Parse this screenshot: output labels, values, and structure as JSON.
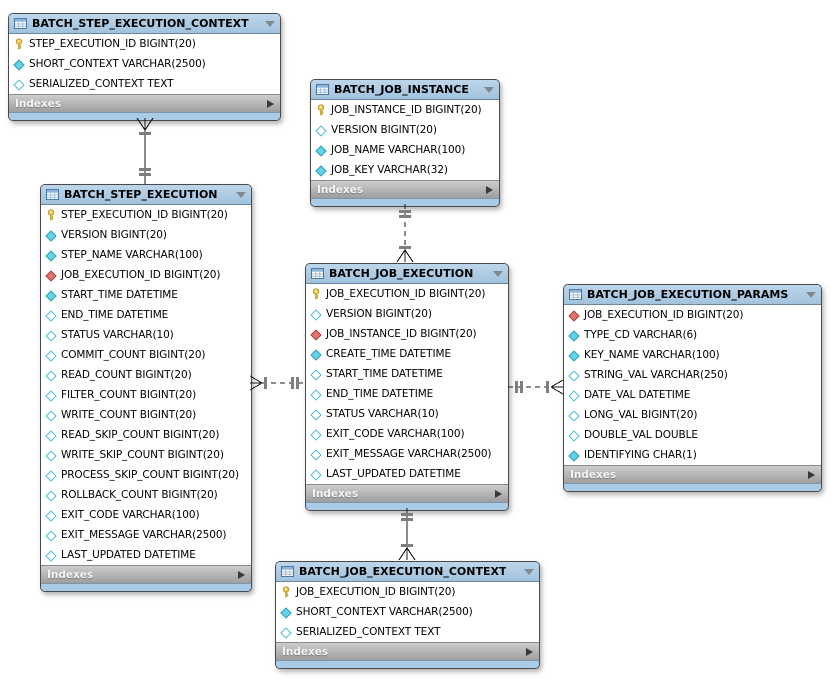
{
  "diagram": {
    "type": "eer-database-diagram",
    "footer_label": "Indexes",
    "tables": [
      {
        "id": "batch_step_execution_context",
        "title": "BATCH_STEP_EXECUTION_CONTEXT",
        "footer": "Indexes",
        "columns": [
          {
            "icon": "primary-key",
            "label": "STEP_EXECUTION_ID BIGINT(20)"
          },
          {
            "icon": "not-null",
            "label": "SHORT_CONTEXT VARCHAR(2500)"
          },
          {
            "icon": "nullable",
            "label": "SERIALIZED_CONTEXT TEXT"
          }
        ]
      },
      {
        "id": "batch_job_instance",
        "title": "BATCH_JOB_INSTANCE",
        "footer": "Indexes",
        "columns": [
          {
            "icon": "primary-key",
            "label": "JOB_INSTANCE_ID BIGINT(20)"
          },
          {
            "icon": "nullable",
            "label": "VERSION BIGINT(20)"
          },
          {
            "icon": "not-null",
            "label": "JOB_NAME VARCHAR(100)"
          },
          {
            "icon": "not-null",
            "label": "JOB_KEY VARCHAR(32)"
          }
        ]
      },
      {
        "id": "batch_step_execution",
        "title": "BATCH_STEP_EXECUTION",
        "footer": "Indexes",
        "columns": [
          {
            "icon": "primary-key",
            "label": "STEP_EXECUTION_ID BIGINT(20)"
          },
          {
            "icon": "not-null",
            "label": "VERSION BIGINT(20)"
          },
          {
            "icon": "not-null",
            "label": "STEP_NAME VARCHAR(100)"
          },
          {
            "icon": "foreign-key",
            "label": "JOB_EXECUTION_ID BIGINT(20)"
          },
          {
            "icon": "not-null",
            "label": "START_TIME DATETIME"
          },
          {
            "icon": "nullable",
            "label": "END_TIME DATETIME"
          },
          {
            "icon": "nullable",
            "label": "STATUS VARCHAR(10)"
          },
          {
            "icon": "nullable",
            "label": "COMMIT_COUNT BIGINT(20)"
          },
          {
            "icon": "nullable",
            "label": "READ_COUNT BIGINT(20)"
          },
          {
            "icon": "nullable",
            "label": "FILTER_COUNT BIGINT(20)"
          },
          {
            "icon": "nullable",
            "label": "WRITE_COUNT BIGINT(20)"
          },
          {
            "icon": "nullable",
            "label": "READ_SKIP_COUNT BIGINT(20)"
          },
          {
            "icon": "nullable",
            "label": "WRITE_SKIP_COUNT BIGINT(20)"
          },
          {
            "icon": "nullable",
            "label": "PROCESS_SKIP_COUNT BIGINT(20)"
          },
          {
            "icon": "nullable",
            "label": "ROLLBACK_COUNT BIGINT(20)"
          },
          {
            "icon": "nullable",
            "label": "EXIT_CODE VARCHAR(100)"
          },
          {
            "icon": "nullable",
            "label": "EXIT_MESSAGE VARCHAR(2500)"
          },
          {
            "icon": "nullable",
            "label": "LAST_UPDATED DATETIME"
          }
        ]
      },
      {
        "id": "batch_job_execution",
        "title": "BATCH_JOB_EXECUTION",
        "footer": "Indexes",
        "columns": [
          {
            "icon": "primary-key",
            "label": "JOB_EXECUTION_ID BIGINT(20)"
          },
          {
            "icon": "nullable",
            "label": "VERSION BIGINT(20)"
          },
          {
            "icon": "foreign-key",
            "label": "JOB_INSTANCE_ID BIGINT(20)"
          },
          {
            "icon": "not-null",
            "label": "CREATE_TIME DATETIME"
          },
          {
            "icon": "nullable",
            "label": "START_TIME DATETIME"
          },
          {
            "icon": "nullable",
            "label": "END_TIME DATETIME"
          },
          {
            "icon": "nullable",
            "label": "STATUS VARCHAR(10)"
          },
          {
            "icon": "nullable",
            "label": "EXIT_CODE VARCHAR(100)"
          },
          {
            "icon": "nullable",
            "label": "EXIT_MESSAGE VARCHAR(2500)"
          },
          {
            "icon": "nullable",
            "label": "LAST_UPDATED DATETIME"
          }
        ]
      },
      {
        "id": "batch_job_execution_params",
        "title": "BATCH_JOB_EXECUTION_PARAMS",
        "footer": "Indexes",
        "columns": [
          {
            "icon": "foreign-key",
            "label": "JOB_EXECUTION_ID BIGINT(20)"
          },
          {
            "icon": "not-null",
            "label": "TYPE_CD VARCHAR(6)"
          },
          {
            "icon": "not-null",
            "label": "KEY_NAME VARCHAR(100)"
          },
          {
            "icon": "nullable",
            "label": "STRING_VAL VARCHAR(250)"
          },
          {
            "icon": "nullable",
            "label": "DATE_VAL DATETIME"
          },
          {
            "icon": "nullable",
            "label": "LONG_VAL BIGINT(20)"
          },
          {
            "icon": "nullable",
            "label": "DOUBLE_VAL DOUBLE"
          },
          {
            "icon": "not-null",
            "label": "IDENTIFYING CHAR(1)"
          }
        ]
      },
      {
        "id": "batch_job_execution_context",
        "title": "BATCH_JOB_EXECUTION_CONTEXT",
        "footer": "Indexes",
        "columns": [
          {
            "icon": "primary-key",
            "label": "JOB_EXECUTION_ID BIGINT(20)"
          },
          {
            "icon": "not-null",
            "label": "SHORT_CONTEXT VARCHAR(2500)"
          },
          {
            "icon": "nullable",
            "label": "SERIALIZED_CONTEXT TEXT"
          }
        ]
      }
    ],
    "relationships": [
      {
        "from": "BATCH_STEP_EXECUTION",
        "to": "BATCH_STEP_EXECUTION_CONTEXT",
        "line": "solid",
        "end_at_from": "one-mandatory",
        "end_at_to": "many-mandatory"
      },
      {
        "from": "BATCH_JOB_INSTANCE",
        "to": "BATCH_JOB_EXECUTION",
        "line": "dashed",
        "end_at_from": "one-mandatory",
        "end_at_to": "many-mandatory"
      },
      {
        "from": "BATCH_JOB_EXECUTION",
        "to": "BATCH_STEP_EXECUTION",
        "line": "dashed",
        "end_at_from": "one-mandatory",
        "end_at_to": "many-mandatory"
      },
      {
        "from": "BATCH_JOB_EXECUTION",
        "to": "BATCH_JOB_EXECUTION_PARAMS",
        "line": "dashed",
        "end_at_from": "one-mandatory",
        "end_at_to": "many-mandatory"
      },
      {
        "from": "BATCH_JOB_EXECUTION",
        "to": "BATCH_JOB_EXECUTION_CONTEXT",
        "line": "solid",
        "end_at_from": "one-mandatory",
        "end_at_to": "many-mandatory"
      }
    ],
    "colors": {
      "table_header": "#aecbe3",
      "table_bottom_bar": "#a9cbe6",
      "indexes_bar": "#b5b5b5",
      "indexes_text": "#f5f5f5",
      "primary_key_icon": "#f6cf4a",
      "not_null_diamond": "#62d4e6",
      "nullable_diamond_border": "#49bdd2",
      "foreign_key_diamond": "#e0736d",
      "connector_line": "#1a1a1a",
      "connector_tick": "#7e7e7e"
    }
  }
}
